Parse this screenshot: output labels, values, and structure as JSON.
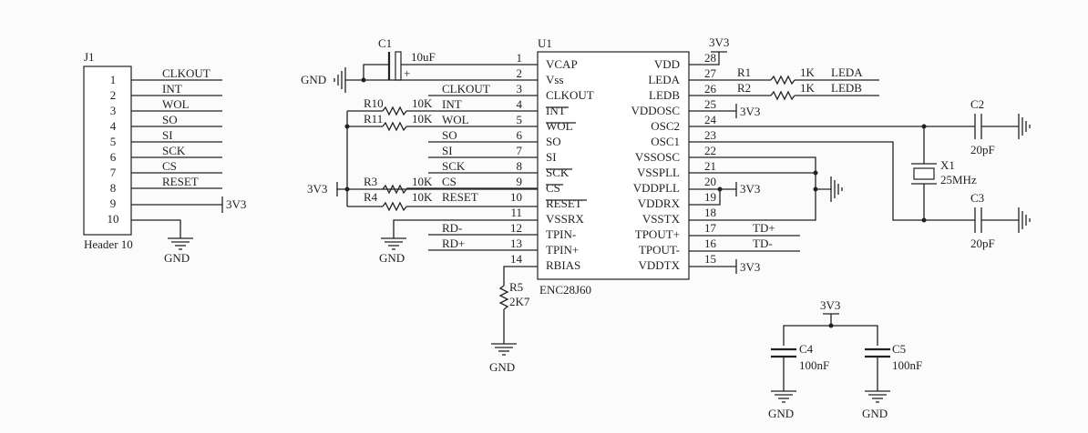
{
  "colors": {
    "line": "#222222",
    "background": "#fbfbfb"
  },
  "header": {
    "ref": "J1",
    "name": "Header 10",
    "pins": [
      {
        "num": "1",
        "label": "CLKOUT"
      },
      {
        "num": "2",
        "label": "INT"
      },
      {
        "num": "3",
        "label": "WOL"
      },
      {
        "num": "4",
        "label": "SO"
      },
      {
        "num": "5",
        "label": "SI"
      },
      {
        "num": "6",
        "label": "SCK"
      },
      {
        "num": "7",
        "label": "CS"
      },
      {
        "num": "8",
        "label": "RESET"
      },
      {
        "num": "9",
        "label": ""
      },
      {
        "num": "10",
        "label": ""
      }
    ],
    "pin9_net": "3V3",
    "pin10_net": "GND"
  },
  "chip": {
    "ref": "U1",
    "name": "ENC28J60",
    "left_pins": [
      {
        "num": "1",
        "name": "VCAP",
        "net": ""
      },
      {
        "num": "2",
        "name": "Vss",
        "net": ""
      },
      {
        "num": "3",
        "name": "CLKOUT",
        "net": "CLKOUT"
      },
      {
        "num": "4",
        "name": "INT",
        "net": "INT"
      },
      {
        "num": "5",
        "name": "WOL",
        "net": "WOL"
      },
      {
        "num": "6",
        "name": "SO",
        "net": "SO"
      },
      {
        "num": "7",
        "name": "SI",
        "net": "SI"
      },
      {
        "num": "8",
        "name": "SCK",
        "net": "SCK"
      },
      {
        "num": "9",
        "name": "CS",
        "net": "CS"
      },
      {
        "num": "10",
        "name": "RESET",
        "net": "RESET"
      },
      {
        "num": "11",
        "name": "VSSRX",
        "net": ""
      },
      {
        "num": "12",
        "name": "TPIN-",
        "net": "RD-"
      },
      {
        "num": "13",
        "name": "TPIN+",
        "net": "RD+"
      },
      {
        "num": "14",
        "name": "RBIAS",
        "net": ""
      }
    ],
    "right_pins": [
      {
        "num": "28",
        "name": "VDD",
        "net": "3V3"
      },
      {
        "num": "27",
        "name": "LEDA",
        "net": ""
      },
      {
        "num": "26",
        "name": "LEDB",
        "net": ""
      },
      {
        "num": "25",
        "name": "VDDOSC",
        "net": "3V3"
      },
      {
        "num": "24",
        "name": "OSC2",
        "net": ""
      },
      {
        "num": "23",
        "name": "OSC1",
        "net": ""
      },
      {
        "num": "22",
        "name": "VSSOSC",
        "net": ""
      },
      {
        "num": "21",
        "name": "VSSPLL",
        "net": ""
      },
      {
        "num": "20",
        "name": "VDDPLL",
        "net": "3V3"
      },
      {
        "num": "19",
        "name": "VDDRX",
        "net": ""
      },
      {
        "num": "18",
        "name": "VSSTX",
        "net": ""
      },
      {
        "num": "17",
        "name": "TPOUT+",
        "net": "TD+"
      },
      {
        "num": "16",
        "name": "TPOUT-",
        "net": "TD-"
      },
      {
        "num": "15",
        "name": "VDDTX",
        "net": "3V3"
      }
    ]
  },
  "parts": {
    "c1": {
      "ref": "C1",
      "value": "10uF",
      "plus": "+"
    },
    "r10": {
      "ref": "R10",
      "value": "10K"
    },
    "r11": {
      "ref": "R11",
      "value": "10K"
    },
    "r3": {
      "ref": "R3",
      "value": "10K"
    },
    "r4": {
      "ref": "R4",
      "value": "10K"
    },
    "r5": {
      "ref": "R5",
      "value": "2K7"
    },
    "r1": {
      "ref": "R1",
      "value": "1K",
      "net": "LEDA"
    },
    "r2": {
      "ref": "R2",
      "value": "1K",
      "net": "LEDB"
    },
    "c2": {
      "ref": "C2",
      "value": "20pF"
    },
    "c3": {
      "ref": "C3",
      "value": "20pF"
    },
    "x1": {
      "ref": "X1",
      "value": "25MHz"
    },
    "c4": {
      "ref": "C4",
      "value": "100nF"
    },
    "c5": {
      "ref": "C5",
      "value": "100nF"
    }
  },
  "nets": {
    "gnd": "GND",
    "v33": "3V3"
  }
}
